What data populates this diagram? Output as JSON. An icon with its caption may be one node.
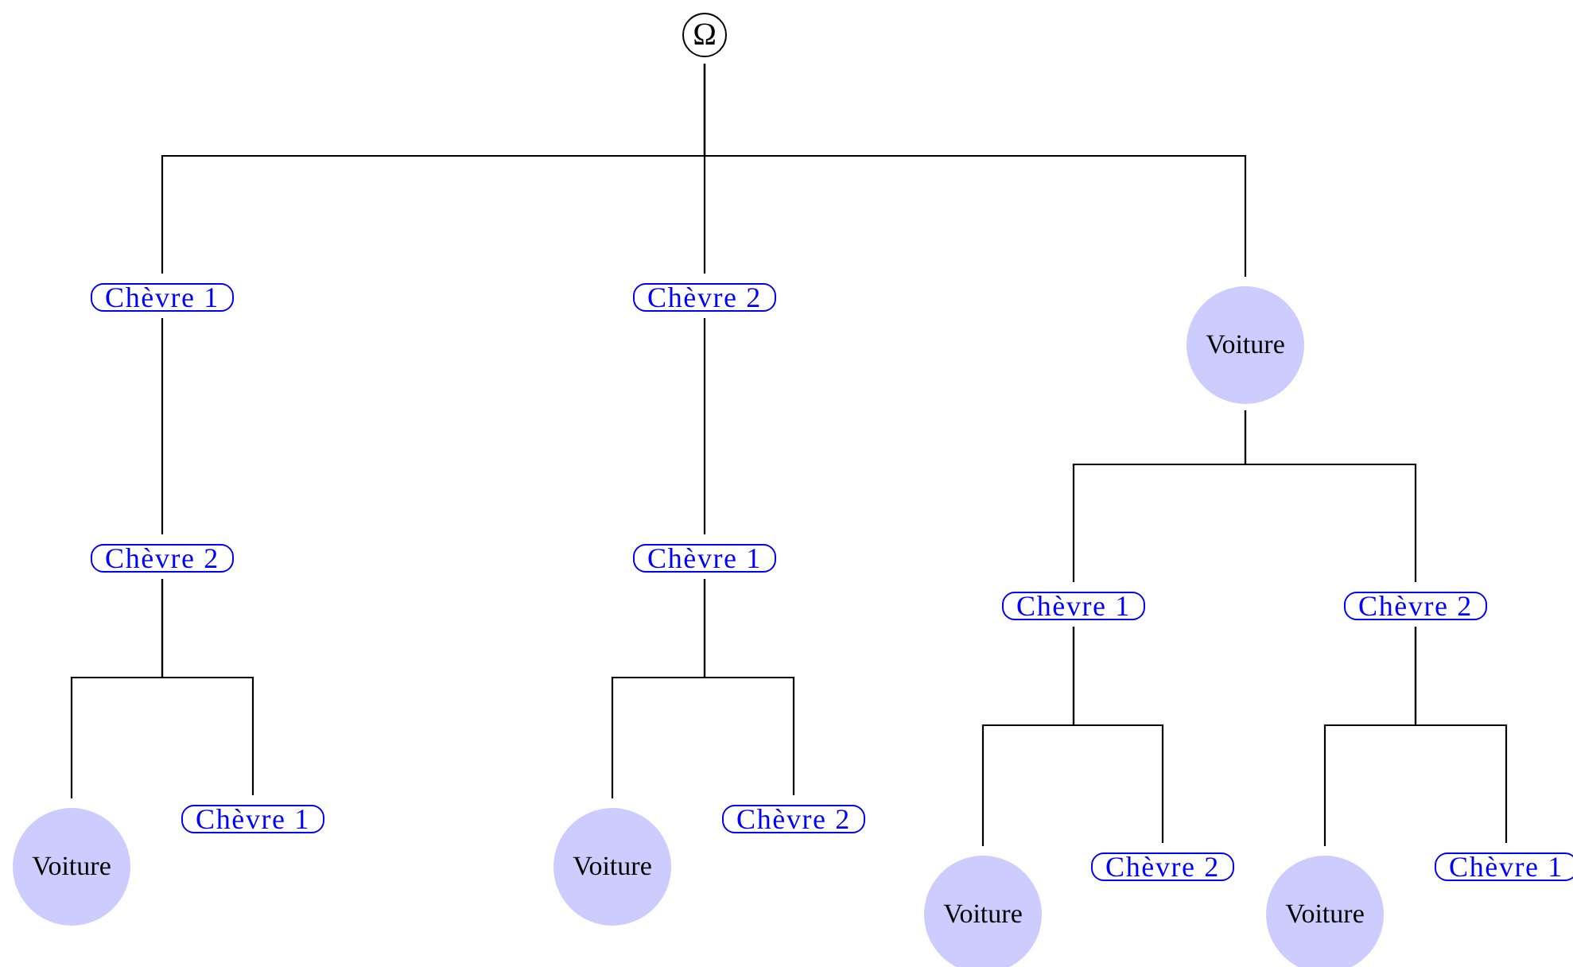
{
  "diagram": {
    "nodes": [
      {
        "text": [
          "Ω"
        ]
      },
      {
        "text": [
          "Chèvre 1"
        ]
      },
      {
        "text": [
          "Chèvre 2"
        ]
      },
      {
        "text": [
          "Voiture"
        ]
      },
      {
        "text": [
          "Chèvre 2"
        ]
      },
      {
        "text": [
          "Chèvre 1"
        ]
      },
      {
        "text": [
          "Chèvre 1"
        ]
      },
      {
        "text": [
          "Chèvre 2"
        ]
      },
      {
        "text": [
          "Voiture"
        ]
      },
      {
        "text": [
          "Chèvre 1"
        ]
      },
      {
        "text": [
          "Voiture"
        ]
      },
      {
        "text": [
          "Chèvre 2"
        ]
      },
      {
        "text": [
          "Voiture"
        ]
      },
      {
        "text": [
          "Chèvre 2"
        ]
      },
      {
        "text": [
          "Voiture"
        ]
      },
      {
        "text": [
          "Chèvre 1"
        ]
      }
    ],
    "edges": [
      {
        "from": 0,
        "to": 1,
        "arrow": "none"
      },
      {
        "from": 0,
        "to": 2,
        "arrow": "none"
      },
      {
        "from": 0,
        "to": 3,
        "arrow": "none"
      },
      {
        "from": 1,
        "to": 4,
        "arrow": "none"
      },
      {
        "from": 2,
        "to": 5,
        "arrow": "none"
      },
      {
        "from": 3,
        "to": 6,
        "arrow": "none"
      },
      {
        "from": 3,
        "to": 7,
        "arrow": "none"
      },
      {
        "from": 4,
        "to": 8,
        "arrow": "none"
      },
      {
        "from": 4,
        "to": 9,
        "arrow": "none"
      },
      {
        "from": 5,
        "to": 10,
        "arrow": "none"
      },
      {
        "from": 5,
        "to": 11,
        "arrow": "none"
      },
      {
        "from": 6,
        "to": 12,
        "arrow": "none"
      },
      {
        "from": 6,
        "to": 13,
        "arrow": "none"
      },
      {
        "from": 7,
        "to": 14,
        "arrow": "none"
      },
      {
        "from": 7,
        "to": 15,
        "arrow": "none"
      }
    ]
  }
}
